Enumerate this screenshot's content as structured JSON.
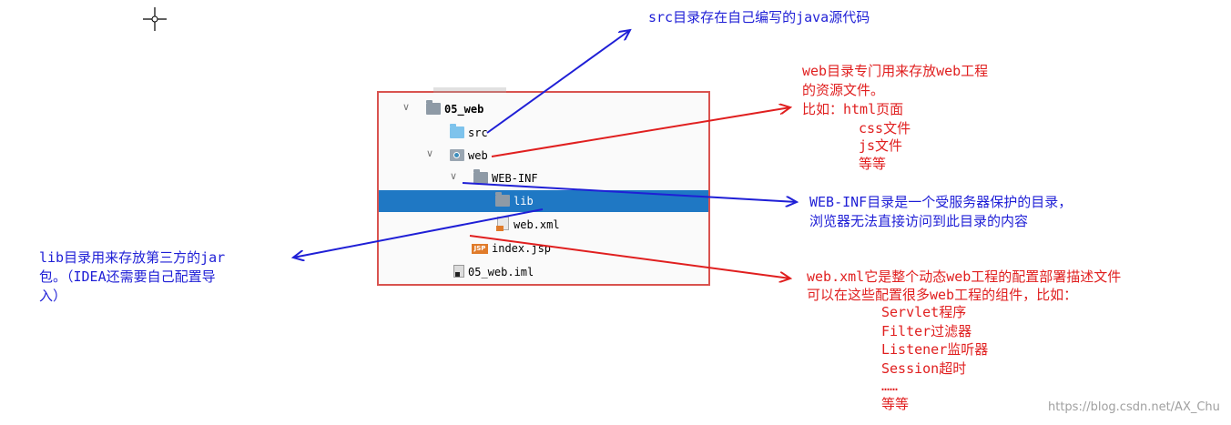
{
  "tree": {
    "items": [
      {
        "label": "05_web"
      },
      {
        "label": "src"
      },
      {
        "label": "web"
      },
      {
        "label": "WEB-INF"
      },
      {
        "label": "lib"
      },
      {
        "label": "web.xml"
      },
      {
        "label": "index.jsp"
      },
      {
        "label": "05_web.iml"
      }
    ],
    "jsp_badge": "JSP"
  },
  "annotations": {
    "src": "src目录存在自己编写的java源代码",
    "web": {
      "lines": [
        "web目录专门用来存放web工程",
        "的资源文件。",
        "比如：html页面",
        "css文件",
        "js文件",
        "等等"
      ]
    },
    "webinf": {
      "lines": [
        "WEB-INF目录是一个受服务器保护的目录，",
        "浏览器无法直接访问到此目录的内容"
      ]
    },
    "lib": {
      "lines": [
        "lib目录用来存放第三方的jar",
        "包。（IDEA还需要自己配置导",
        "入）"
      ]
    },
    "webxml": {
      "lines": [
        "web.xml它是整个动态web工程的配置部署描述文件",
        "可以在这些配置很多web工程的组件，比如：",
        "Servlet程序",
        "Filter过滤器",
        "Listener监听器",
        "Session超时",
        "……",
        "等等"
      ]
    }
  },
  "watermark": "https://blog.csdn.net/AX_Chu",
  "colors": {
    "blue": "#1f1fd6",
    "red": "#e01f1f",
    "selection": "#1f78c4",
    "panel_border": "#d9534f"
  }
}
